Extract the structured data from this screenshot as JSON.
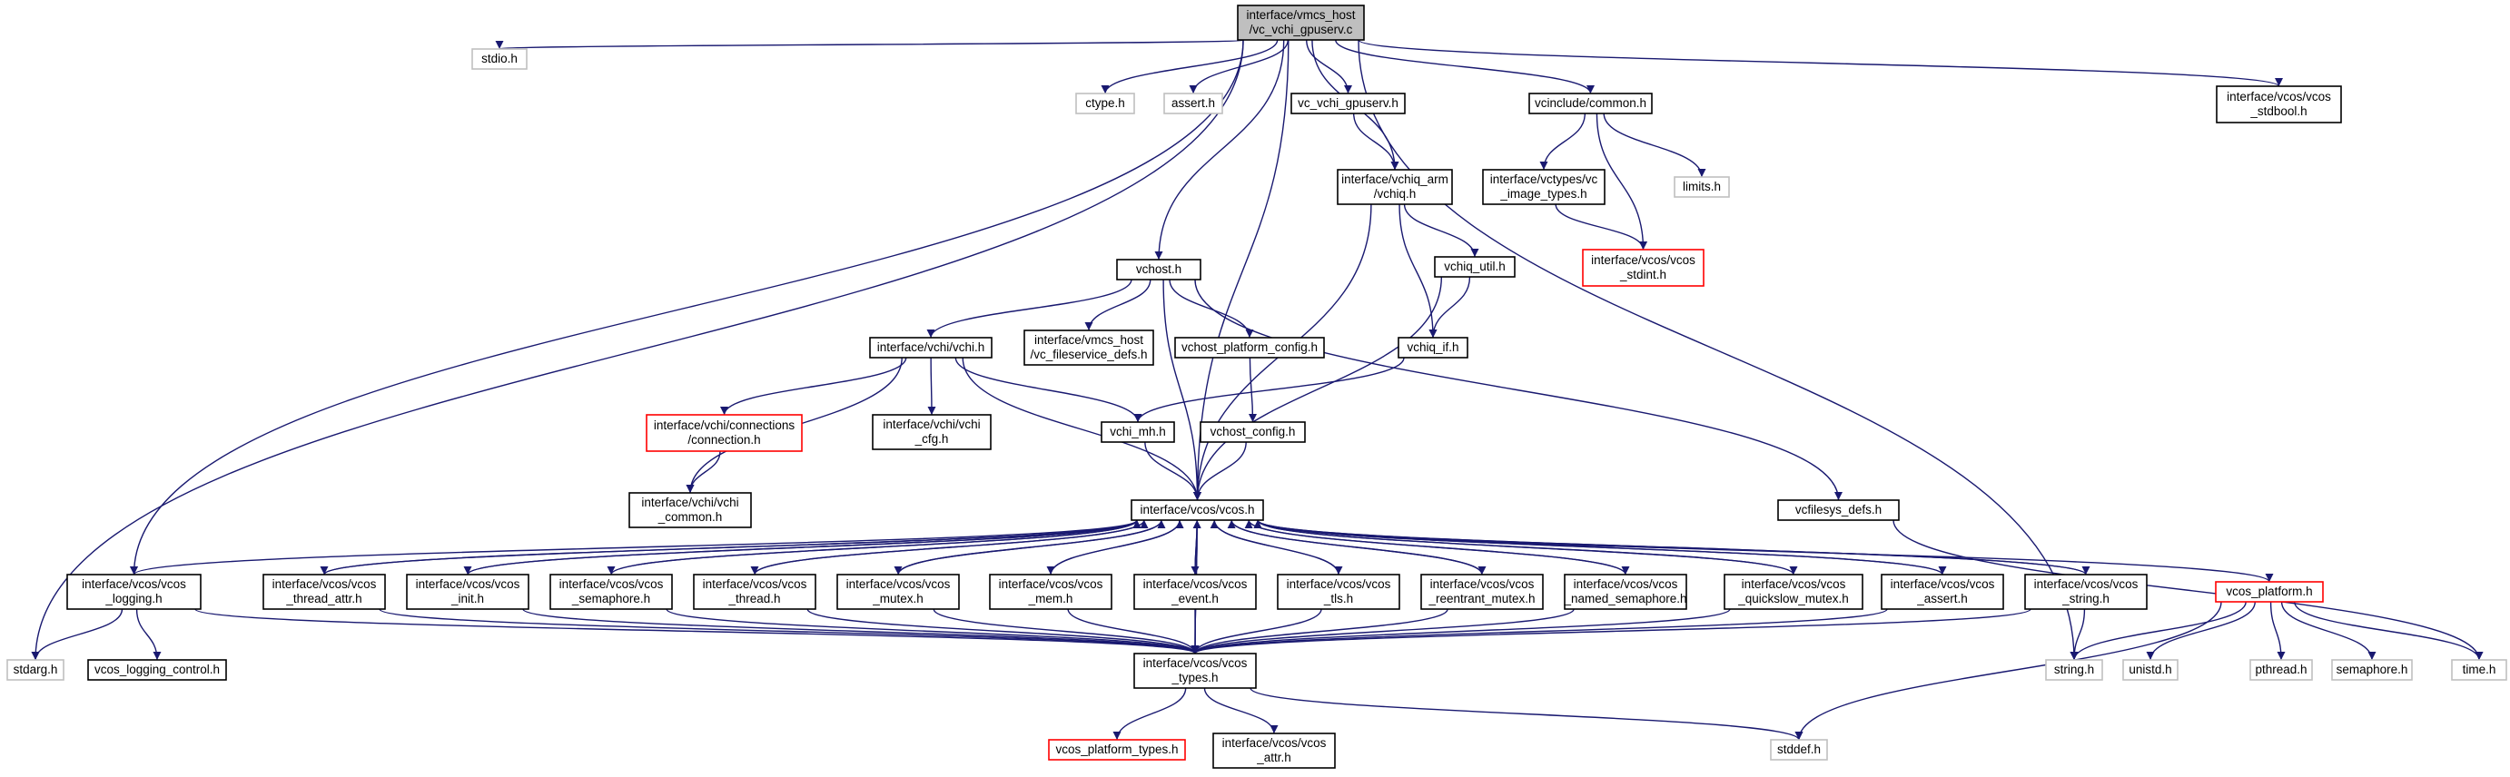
{
  "diagram": {
    "type": "include-dependency-graph",
    "edge_color": "#191970",
    "nodes": [
      {
        "id": "root",
        "lines": [
          "interface/vmcs_host",
          "/vc_vchi_gpuserv.c"
        ],
        "style": "root"
      },
      {
        "id": "stdio",
        "lines": [
          "stdio.h"
        ],
        "style": "grey"
      },
      {
        "id": "ctype",
        "lines": [
          "ctype.h"
        ],
        "style": "grey"
      },
      {
        "id": "assert",
        "lines": [
          "assert.h"
        ],
        "style": "grey"
      },
      {
        "id": "vc_vchi_gpuserv_h",
        "lines": [
          "vc_vchi_gpuserv.h"
        ],
        "style": "normal"
      },
      {
        "id": "vcinclude_common",
        "lines": [
          "vcinclude/common.h"
        ],
        "style": "normal"
      },
      {
        "id": "vcos_stdbool",
        "lines": [
          "interface/vcos/vcos",
          "_stdbool.h"
        ],
        "style": "normal"
      },
      {
        "id": "vchiq",
        "lines": [
          "interface/vchiq_arm",
          "/vchiq.h"
        ],
        "style": "normal"
      },
      {
        "id": "limits",
        "lines": [
          "limits.h"
        ],
        "style": "grey"
      },
      {
        "id": "vctypes_image",
        "lines": [
          "interface/vctypes/vc",
          "_image_types.h"
        ],
        "style": "normal"
      },
      {
        "id": "vcos_stdint",
        "lines": [
          "interface/vcos/vcos",
          "_stdint.h"
        ],
        "style": "red"
      },
      {
        "id": "vchost",
        "lines": [
          "vchost.h"
        ],
        "style": "normal"
      },
      {
        "id": "vchiq_util",
        "lines": [
          "vchiq_util.h"
        ],
        "style": "normal"
      },
      {
        "id": "vchi",
        "lines": [
          "interface/vchi/vchi.h"
        ],
        "style": "normal"
      },
      {
        "id": "vc_fileservice_defs",
        "lines": [
          "interface/vmcs_host",
          "/vc_fileservice_defs.h"
        ],
        "style": "normal"
      },
      {
        "id": "vchost_platform_config",
        "lines": [
          "vchost_platform_config.h"
        ],
        "style": "normal"
      },
      {
        "id": "vchiq_if",
        "lines": [
          "vchiq_if.h"
        ],
        "style": "normal"
      },
      {
        "id": "vchi_connection",
        "lines": [
          "interface/vchi/connections",
          "/connection.h"
        ],
        "style": "red"
      },
      {
        "id": "vchi_cfg",
        "lines": [
          "interface/vchi/vchi",
          "_cfg.h"
        ],
        "style": "normal"
      },
      {
        "id": "vchi_mh",
        "lines": [
          "vchi_mh.h"
        ],
        "style": "normal"
      },
      {
        "id": "vchost_config",
        "lines": [
          "vchost_config.h"
        ],
        "style": "normal"
      },
      {
        "id": "vchi_common",
        "lines": [
          "interface/vchi/vchi",
          "_common.h"
        ],
        "style": "normal"
      },
      {
        "id": "vcos_h",
        "lines": [
          "interface/vcos/vcos.h"
        ],
        "style": "normal"
      },
      {
        "id": "vcfilesys_defs",
        "lines": [
          "vcfilesys_defs.h"
        ],
        "style": "normal"
      },
      {
        "id": "vcos_logging",
        "lines": [
          "interface/vcos/vcos",
          "_logging.h"
        ],
        "style": "normal"
      },
      {
        "id": "vcos_thread_attr",
        "lines": [
          "interface/vcos/vcos",
          "_thread_attr.h"
        ],
        "style": "normal"
      },
      {
        "id": "vcos_init",
        "lines": [
          "interface/vcos/vcos",
          "_init.h"
        ],
        "style": "normal"
      },
      {
        "id": "vcos_semaphore",
        "lines": [
          "interface/vcos/vcos",
          "_semaphore.h"
        ],
        "style": "normal"
      },
      {
        "id": "vcos_thread",
        "lines": [
          "interface/vcos/vcos",
          "_thread.h"
        ],
        "style": "normal"
      },
      {
        "id": "vcos_mutex",
        "lines": [
          "interface/vcos/vcos",
          "_mutex.h"
        ],
        "style": "normal"
      },
      {
        "id": "vcos_mem",
        "lines": [
          "interface/vcos/vcos",
          "_mem.h"
        ],
        "style": "normal"
      },
      {
        "id": "vcos_event",
        "lines": [
          "interface/vcos/vcos",
          "_event.h"
        ],
        "style": "normal"
      },
      {
        "id": "vcos_tls",
        "lines": [
          "interface/vcos/vcos",
          "_tls.h"
        ],
        "style": "normal"
      },
      {
        "id": "vcos_reentrant_mutex",
        "lines": [
          "interface/vcos/vcos",
          "_reentrant_mutex.h"
        ],
        "style": "normal"
      },
      {
        "id": "vcos_named_semaphore",
        "lines": [
          "interface/vcos/vcos",
          "_named_semaphore.h"
        ],
        "style": "normal"
      },
      {
        "id": "vcos_quickslow_mutex",
        "lines": [
          "interface/vcos/vcos",
          "_quickslow_mutex.h"
        ],
        "style": "normal"
      },
      {
        "id": "vcos_assert",
        "lines": [
          "interface/vcos/vcos",
          "_assert.h"
        ],
        "style": "normal"
      },
      {
        "id": "vcos_string",
        "lines": [
          "interface/vcos/vcos",
          "_string.h"
        ],
        "style": "normal"
      },
      {
        "id": "vcos_platform",
        "lines": [
          "vcos_platform.h"
        ],
        "style": "red"
      },
      {
        "id": "stdarg",
        "lines": [
          "stdarg.h"
        ],
        "style": "grey"
      },
      {
        "id": "vcos_logging_control",
        "lines": [
          "vcos_logging_control.h"
        ],
        "style": "normal"
      },
      {
        "id": "vcos_types",
        "lines": [
          "interface/vcos/vcos",
          "_types.h"
        ],
        "style": "normal"
      },
      {
        "id": "string_h",
        "lines": [
          "string.h"
        ],
        "style": "grey"
      },
      {
        "id": "unistd",
        "lines": [
          "unistd.h"
        ],
        "style": "grey"
      },
      {
        "id": "pthread",
        "lines": [
          "pthread.h"
        ],
        "style": "grey"
      },
      {
        "id": "semaphore_h",
        "lines": [
          "semaphore.h"
        ],
        "style": "grey"
      },
      {
        "id": "time_h",
        "lines": [
          "time.h"
        ],
        "style": "grey"
      },
      {
        "id": "vcos_platform_types",
        "lines": [
          "vcos_platform_types.h"
        ],
        "style": "red"
      },
      {
        "id": "vcos_attr",
        "lines": [
          "interface/vcos/vcos",
          "_attr.h"
        ],
        "style": "normal"
      },
      {
        "id": "stddef",
        "lines": [
          "stddef.h"
        ],
        "style": "grey"
      }
    ],
    "edges": [
      [
        "root",
        "stdio"
      ],
      [
        "root",
        "ctype"
      ],
      [
        "root",
        "assert"
      ],
      [
        "root",
        "vc_vchi_gpuserv_h"
      ],
      [
        "root",
        "vcinclude_common"
      ],
      [
        "root",
        "vcos_stdbool"
      ],
      [
        "root",
        "vchiq"
      ],
      [
        "root",
        "vchost"
      ],
      [
        "root",
        "vcos_logging"
      ],
      [
        "root",
        "stdarg"
      ],
      [
        "root",
        "string_h"
      ],
      [
        "root",
        "vcos_h"
      ],
      [
        "vc_vchi_gpuserv_h",
        "vchiq"
      ],
      [
        "vcinclude_common",
        "limits"
      ],
      [
        "vcinclude_common",
        "vctypes_image"
      ],
      [
        "vcinclude_common",
        "vcos_stdint"
      ],
      [
        "vctypes_image",
        "vcos_stdint"
      ],
      [
        "vchiq",
        "vchiq_util"
      ],
      [
        "vchiq",
        "vchiq_if"
      ],
      [
        "vchiq",
        "vcos_h"
      ],
      [
        "vchiq_util",
        "vchiq_if"
      ],
      [
        "vchiq_util",
        "vcos_h"
      ],
      [
        "vchiq_if",
        "vchi_mh"
      ],
      [
        "vchost",
        "vchi"
      ],
      [
        "vchost",
        "vc_fileservice_defs"
      ],
      [
        "vchost",
        "vchost_platform_config"
      ],
      [
        "vchost",
        "vcfilesys_defs"
      ],
      [
        "vchost",
        "vcos_h"
      ],
      [
        "vchost_platform_config",
        "vchost_config"
      ],
      [
        "vchost_config",
        "vcos_h"
      ],
      [
        "vchi",
        "vchi_connection"
      ],
      [
        "vchi",
        "vchi_cfg"
      ],
      [
        "vchi",
        "vchi_mh"
      ],
      [
        "vchi",
        "vchi_common"
      ],
      [
        "vchi",
        "vcos_h"
      ],
      [
        "vchi_connection",
        "vchi_common"
      ],
      [
        "vchi_mh",
        "vcos_h"
      ],
      [
        "vcfilesys_defs",
        "time_h"
      ],
      [
        "vcos_h",
        "vcos_logging"
      ],
      [
        "vcos_h",
        "vcos_thread_attr"
      ],
      [
        "vcos_h",
        "vcos_init"
      ],
      [
        "vcos_h",
        "vcos_semaphore"
      ],
      [
        "vcos_h",
        "vcos_thread"
      ],
      [
        "vcos_h",
        "vcos_mutex"
      ],
      [
        "vcos_h",
        "vcos_mem"
      ],
      [
        "vcos_h",
        "vcos_event"
      ],
      [
        "vcos_h",
        "vcos_tls"
      ],
      [
        "vcos_h",
        "vcos_reentrant_mutex"
      ],
      [
        "vcos_h",
        "vcos_named_semaphore"
      ],
      [
        "vcos_h",
        "vcos_quickslow_mutex"
      ],
      [
        "vcos_h",
        "vcos_assert"
      ],
      [
        "vcos_h",
        "vcos_string"
      ],
      [
        "vcos_h",
        "vcos_platform"
      ],
      [
        "vcos_h",
        "vcos_types"
      ],
      [
        "vcos_logging",
        "stdarg"
      ],
      [
        "vcos_logging",
        "vcos_logging_control"
      ],
      [
        "vcos_logging",
        "vcos_types"
      ],
      [
        "vcos_thread_attr",
        "vcos_types"
      ],
      [
        "vcos_init",
        "vcos_types"
      ],
      [
        "vcos_semaphore",
        "vcos_types"
      ],
      [
        "vcos_thread",
        "vcos_types"
      ],
      [
        "vcos_mutex",
        "vcos_types"
      ],
      [
        "vcos_mem",
        "vcos_types"
      ],
      [
        "vcos_event",
        "vcos_types"
      ],
      [
        "vcos_tls",
        "vcos_types"
      ],
      [
        "vcos_reentrant_mutex",
        "vcos_types"
      ],
      [
        "vcos_named_semaphore",
        "vcos_types"
      ],
      [
        "vcos_quickslow_mutex",
        "vcos_types"
      ],
      [
        "vcos_assert",
        "vcos_types"
      ],
      [
        "vcos_string",
        "vcos_types"
      ],
      [
        "vcos_string",
        "string_h"
      ],
      [
        "vcos_platform",
        "string_h"
      ],
      [
        "vcos_platform",
        "unistd"
      ],
      [
        "vcos_platform",
        "pthread"
      ],
      [
        "vcos_platform",
        "semaphore_h"
      ],
      [
        "vcos_platform",
        "time_h"
      ],
      [
        "vcos_platform",
        "stddef"
      ],
      [
        "vcos_types",
        "vcos_platform_types"
      ],
      [
        "vcos_types",
        "vcos_attr"
      ],
      [
        "vcos_types",
        "stddef"
      ],
      [
        "vcos_thread_attr",
        "vcos_h"
      ],
      [
        "vcos_init",
        "vcos_h"
      ],
      [
        "vcos_semaphore",
        "vcos_h"
      ],
      [
        "vcos_thread",
        "vcos_h"
      ],
      [
        "vcos_mutex",
        "vcos_h"
      ],
      [
        "vcos_mem",
        "vcos_h"
      ],
      [
        "vcos_event",
        "vcos_h"
      ],
      [
        "vcos_tls",
        "vcos_h"
      ],
      [
        "vcos_reentrant_mutex",
        "vcos_h"
      ],
      [
        "vcos_named_semaphore",
        "vcos_h"
      ],
      [
        "vcos_quickslow_mutex",
        "vcos_h"
      ],
      [
        "vcos_assert",
        "vcos_h"
      ],
      [
        "vcos_string",
        "vcos_h"
      ],
      [
        "vcos_types",
        "vcos_h"
      ]
    ]
  }
}
